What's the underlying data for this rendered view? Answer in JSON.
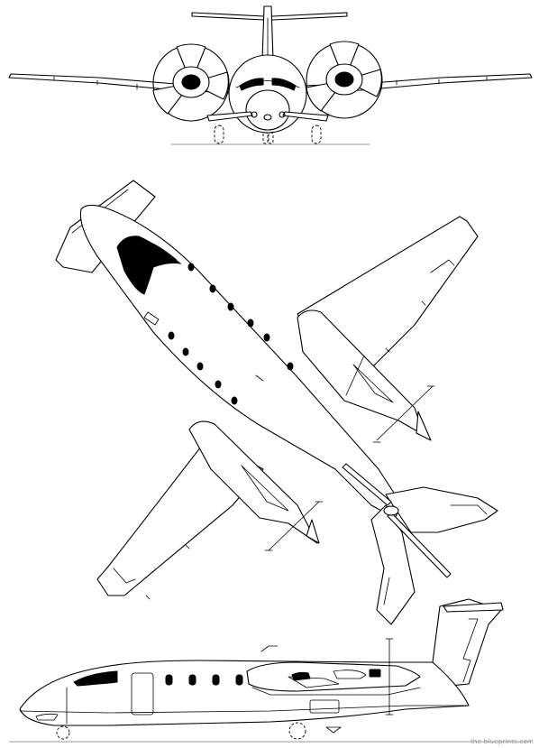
{
  "watermark": "the-blueprints.com",
  "views": [
    "front-view",
    "top-view",
    "side-view"
  ],
  "colors": {
    "line": "#000000",
    "ground": "#9a9a9a",
    "background": "#ffffff",
    "watermark": "#9a9a9a"
  }
}
